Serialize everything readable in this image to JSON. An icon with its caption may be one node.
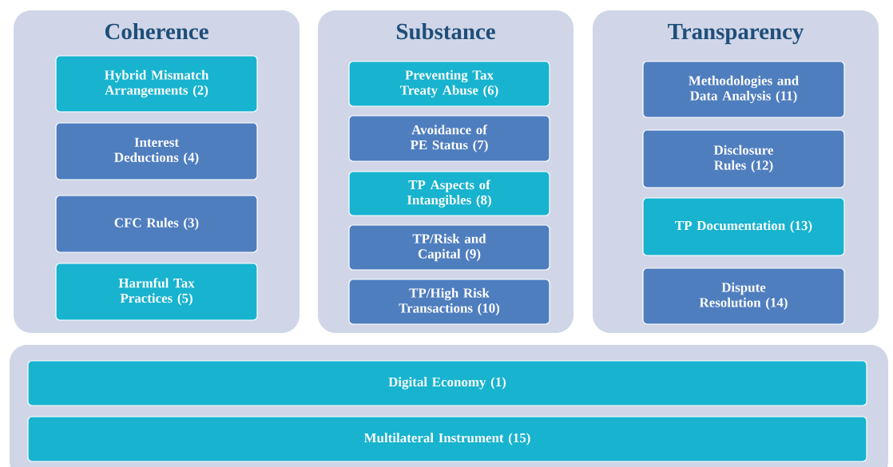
{
  "diagram": {
    "nodes": [
      {
        "text": [
          "Coherence"
        ]
      },
      {
        "text": [
          "Hybrid Mismatch Arrangements (2)"
        ],
        "in": 0
      },
      {
        "text": [
          "Interest Deductions (4)"
        ],
        "in": 0
      },
      {
        "text": [
          "CFC Rules (3)"
        ],
        "in": 0
      },
      {
        "text": [
          "Harmful Tax Practices (5)"
        ],
        "in": 0
      },
      {
        "text": [
          "Substance"
        ]
      },
      {
        "text": [
          "Preventing Tax Treaty Abuse (6)"
        ],
        "in": 5
      },
      {
        "text": [
          "Avoidance of PE Status (7)"
        ],
        "in": 5
      },
      {
        "text": [
          "TP Aspects of Intangibles (8)"
        ],
        "in": 5
      },
      {
        "text": [
          "TP/Risk and Capital (9)"
        ],
        "in": 5
      },
      {
        "text": [
          "TP/High Risk Transactions (10)"
        ],
        "in": 5
      },
      {
        "text": [
          "Transparency"
        ]
      },
      {
        "text": [
          "Methodologies and Data Analysis (11)"
        ],
        "in": 11
      },
      {
        "text": [
          "Disclosure Rules (12)"
        ],
        "in": 11
      },
      {
        "text": [
          "TP Documentation (13)"
        ],
        "in": 11
      },
      {
        "text": [
          "Dispute Resolution (14)"
        ],
        "in": 11
      },
      {
        "text": [],
        "shape": "box"
      },
      {
        "text": [
          "Digital Economy (1)"
        ],
        "in": 16
      },
      {
        "text": [
          "Multilateral Instrument (15)"
        ],
        "in": 16
      }
    ]
  }
}
